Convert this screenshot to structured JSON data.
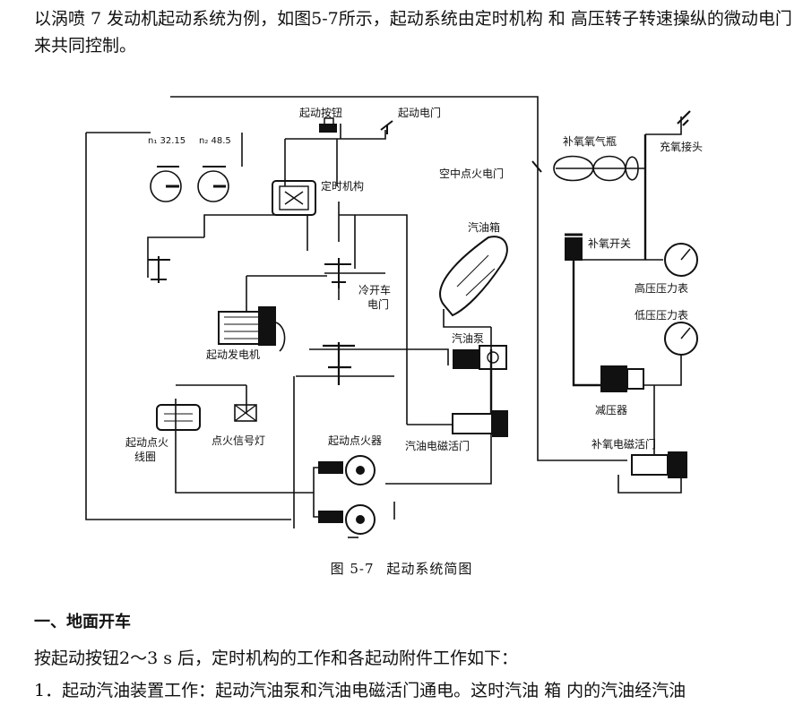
{
  "intro": {
    "text": "以涡喷 7 发动机起动系统为例，如图5-7所示，起动系统由定时机构 和 高压转子转速操纵的微动电门来共同控制。"
  },
  "diagram": {
    "labels": {
      "start_button": "起动按钮",
      "start_switch": "起动电门",
      "n1": "n₁ 32.15",
      "n2": "n₂ 48.5",
      "timer": "定时机构",
      "air_ignition_switch": "空中点火电门",
      "oxygen_bottle": "补氧氧气瓶",
      "oxygen_fill_connector": "充氧接头",
      "fuel_tank": "汽油箱",
      "oxygen_switch": "补氧开关",
      "cold_run_switch_1": "冷开车",
      "cold_run_switch_2": "电门",
      "high_pressure_gauge": "高压压力表",
      "low_pressure_gauge": "低压压力表",
      "starter_generator": "起动发电机",
      "fuel_pump": "汽油泵",
      "pressure_reducer": "减压器",
      "igniter": "起动点火器",
      "ignition_coil_1": "起动点火",
      "ignition_coil_2": "线圈",
      "ignition_signal_lamp": "点火信号灯",
      "fuel_solenoid_valve": "汽油电磁活门",
      "oxygen_solenoid_valve": "补氧电磁活门"
    }
  },
  "figure": {
    "number": "图 5-7",
    "caption": "起动系统简图"
  },
  "section": {
    "heading": "一、地面开车"
  },
  "body": {
    "p2": "按起动按钮2～3 s 后，定时机构的工作和各起动附件工作如下：",
    "p3": "1．起动汽油装置工作：起动汽油泵和汽油电磁活门通电。这时汽油 箱 内的汽油经汽油"
  }
}
